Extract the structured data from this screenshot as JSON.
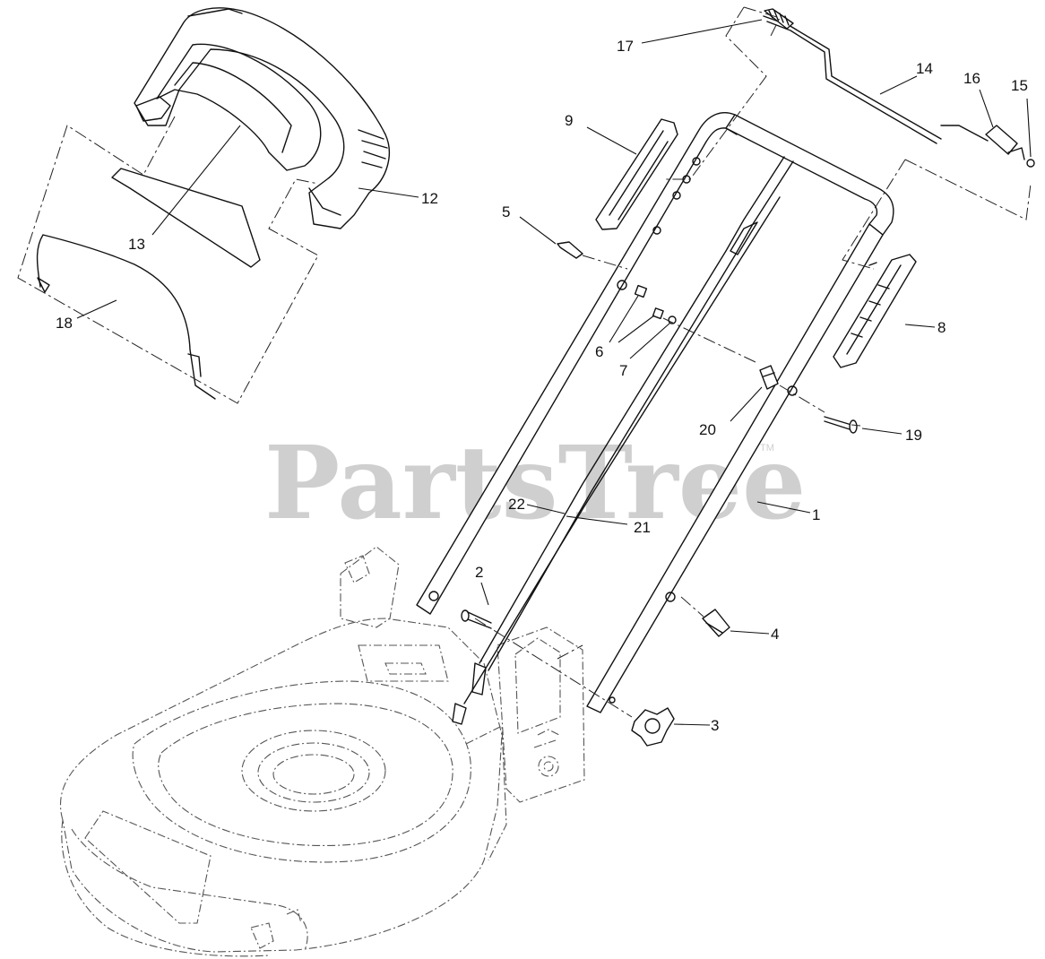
{
  "watermark": {
    "brand": "PartsTree",
    "trademark": "TM"
  },
  "callouts": [
    {
      "id": "c1",
      "text": "1"
    },
    {
      "id": "c2",
      "text": "2"
    },
    {
      "id": "c3",
      "text": "3"
    },
    {
      "id": "c4",
      "text": "4"
    },
    {
      "id": "c5",
      "text": "5"
    },
    {
      "id": "c6",
      "text": "6"
    },
    {
      "id": "c7",
      "text": "7"
    },
    {
      "id": "c8",
      "text": "8"
    },
    {
      "id": "c9",
      "text": "9"
    },
    {
      "id": "c12",
      "text": "12"
    },
    {
      "id": "c13",
      "text": "13"
    },
    {
      "id": "c14",
      "text": "14"
    },
    {
      "id": "c15",
      "text": "15"
    },
    {
      "id": "c16",
      "text": "16"
    },
    {
      "id": "c17",
      "text": "17"
    },
    {
      "id": "c18",
      "text": "18"
    },
    {
      "id": "c19",
      "text": "19"
    },
    {
      "id": "c20",
      "text": "20"
    },
    {
      "id": "c21",
      "text": "21"
    },
    {
      "id": "c22",
      "text": "22"
    }
  ],
  "colors": {
    "line": "#111111",
    "phantom": "#555555",
    "watermark": "#cfcfcf",
    "background": "#ffffff"
  }
}
